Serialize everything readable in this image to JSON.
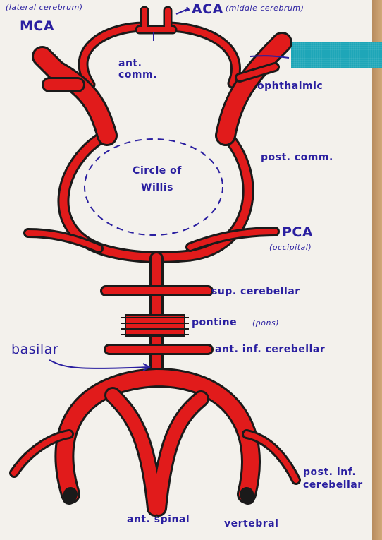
{
  "labels": {
    "lateral_cerebrum": "(lateral cerebrum)",
    "mca": "MCA",
    "aca": "ACA",
    "middle_cerebrum": "(middle cerebrum)",
    "ant_comm": "ant. comm.",
    "ophthalmic": "ophthalmic",
    "post_comm": "post. comm.",
    "circle_of_willis": "Circle of Willis",
    "pca": "PCA",
    "occipital": "(occipital)",
    "sup_cerebellar": "sup. cerebellar",
    "pontine": "pontine",
    "pons": "(pons)",
    "basilar": "basilar",
    "ant_inf_cerebellar": "ant. inf. cerebellar",
    "post_inf_cerebellar": "post. inf. cerebellar",
    "ant_spinal": "ant. spinal",
    "vertebral": "vertebral"
  },
  "colors": {
    "artery": "#e11b1b",
    "outline": "#1a1a1a",
    "ink": "#2a1fa0"
  }
}
